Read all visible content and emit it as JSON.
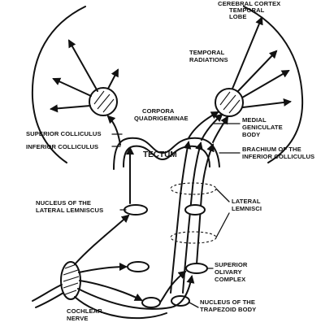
{
  "labels": {
    "cortex_1": "CEREBRAL CORTEX",
    "cortex_2": "TEMPORAL",
    "cortex_3": "LOBE",
    "temporal_radiations_1": "TEMPORAL",
    "temporal_radiations_2": "RADIATIONS",
    "corpora_1": "CORPORA",
    "corpora_2": "QUADRIGEMINAE",
    "superior_colliculus": "SUPERIOR COLLICULUS",
    "inferior_colliculus": "INFERIOR COLLICULUS",
    "tectum": "TECTUM",
    "medial_geniculate_1": "MEDIAL",
    "medial_geniculate_2": "GENICULATE",
    "medial_geniculate_3": "BODY",
    "brachium_1": "BRACHIUM OF THE",
    "brachium_2": "INFERIOR COLLICULUS",
    "nucleus_lateral_lemniscus_1": "NUCLEUS OF THE",
    "nucleus_lateral_lemniscus_2": "LATERAL LEMNISCUS",
    "lateral_lemnisci_1": "LATERAL",
    "lateral_lemnisci_2": "LEMNISCI",
    "superior_olivary_1": "SUPERIOR",
    "superior_olivary_2": "OLIVARY",
    "superior_olivary_3": "COMPLEX",
    "trapezoid_1": "NUCLEUS OF THE",
    "trapezoid_2": "TRAPEZOID BODY",
    "cochlear_1": "COCHLEAR",
    "cochlear_2": "NERVE"
  }
}
